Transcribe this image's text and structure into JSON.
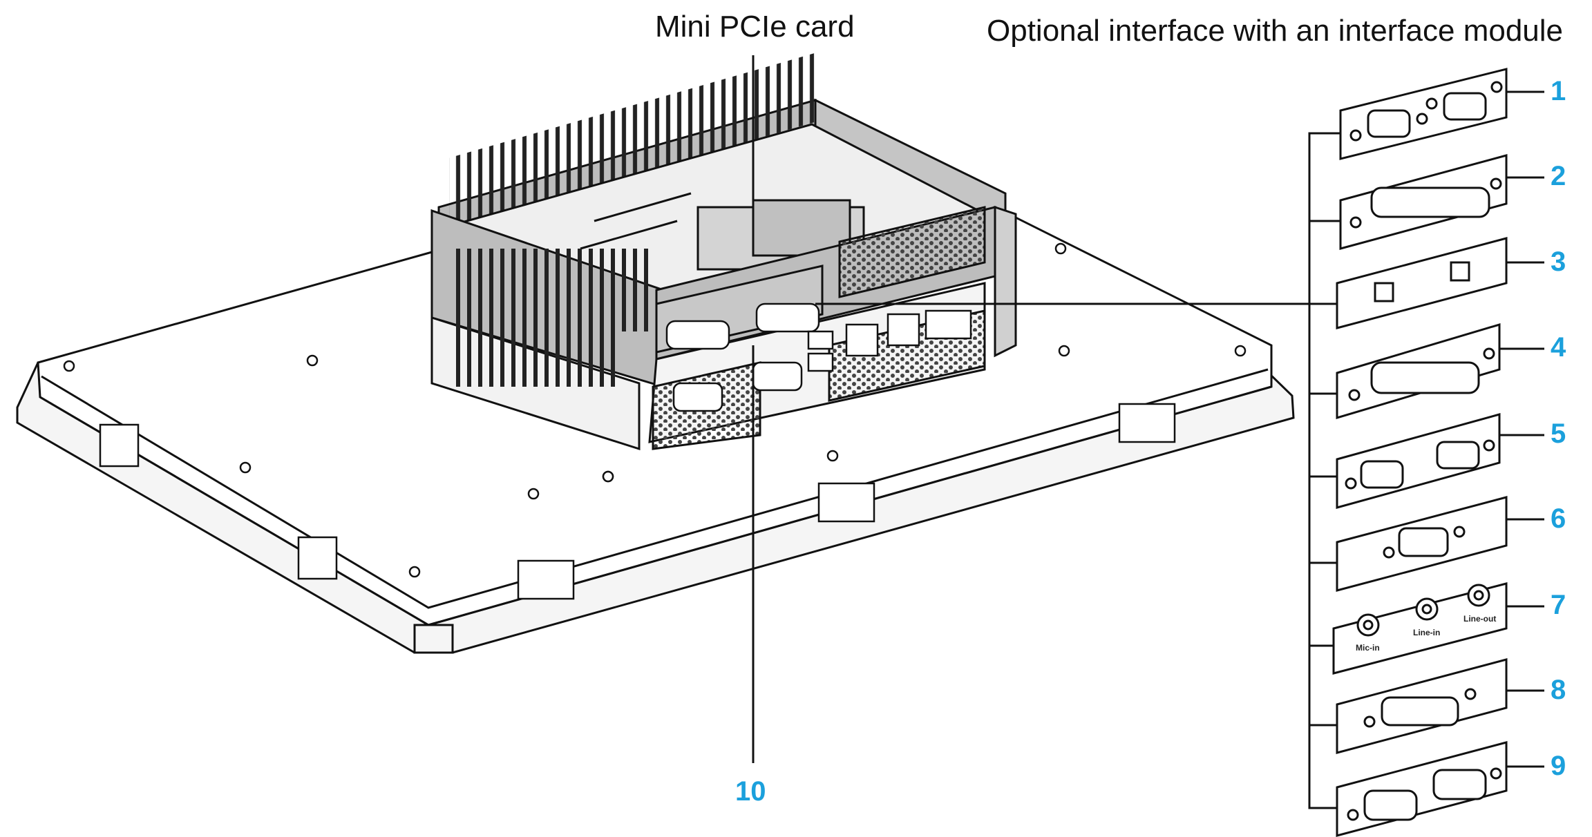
{
  "titles": {
    "mini_pcie": "Mini PCIe card",
    "optional_interface": "Optional interface with an interface module"
  },
  "callouts": [
    "1",
    "2",
    "3",
    "4",
    "5",
    "6",
    "7",
    "8",
    "9",
    "10"
  ],
  "audio_labels": {
    "mic": "Mic-in",
    "line_in": "Line-in",
    "line_out": "Line-out"
  },
  "colors": {
    "callout": "#1ba0dc",
    "line": "#111111",
    "panel": "#e6e6e6",
    "module": "#bdbdbd"
  }
}
